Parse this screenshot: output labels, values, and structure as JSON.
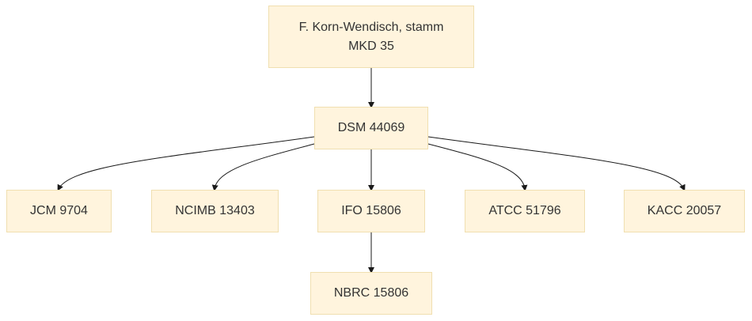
{
  "nodes": {
    "root": {
      "line1": "F. Korn-Wendisch, stamm",
      "line2": "MKD 35"
    },
    "dsm": {
      "label": "DSM 44069"
    },
    "jcm": {
      "label": "JCM 9704"
    },
    "ncimb": {
      "label": "NCIMB 13403"
    },
    "ifo": {
      "label": "IFO 15806"
    },
    "atcc": {
      "label": "ATCC 51796"
    },
    "kacc": {
      "label": "KACC 20057"
    },
    "nbrc": {
      "label": "NBRC 15806"
    }
  },
  "edges": [
    {
      "from": "root",
      "to": "dsm"
    },
    {
      "from": "dsm",
      "to": "jcm"
    },
    {
      "from": "dsm",
      "to": "ncimb"
    },
    {
      "from": "dsm",
      "to": "ifo"
    },
    {
      "from": "dsm",
      "to": "atcc"
    },
    {
      "from": "dsm",
      "to": "kacc"
    },
    {
      "from": "ifo",
      "to": "nbrc"
    }
  ],
  "colors": {
    "node_fill": "#fff4dd",
    "node_border": "#f0dfb0",
    "edge": "#1a1a1a",
    "text": "#333333"
  }
}
